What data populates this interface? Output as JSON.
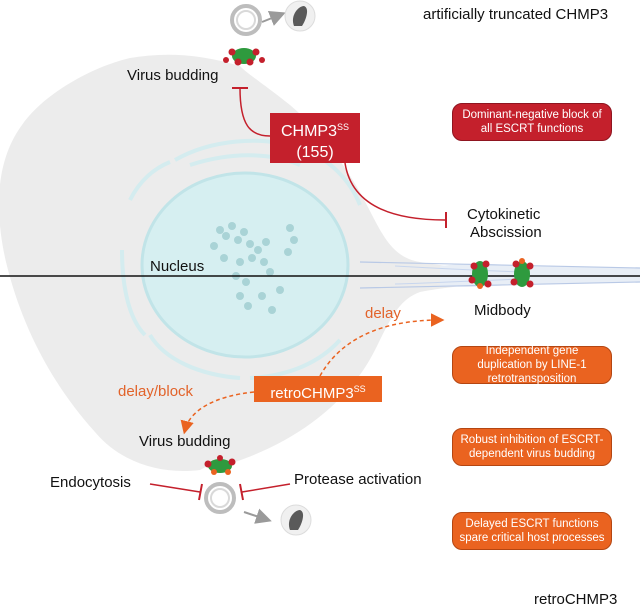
{
  "title_top": "artificially truncated CHMP3",
  "title_bottom": "retroCHMP3",
  "labels": {
    "virus_budding_top": "Virus budding",
    "nucleus": "Nucleus",
    "cytokinetic": "Cytokinetic",
    "abscission": "Abscission",
    "midbody": "Midbody",
    "delay": "delay",
    "delay_block": "delay/block",
    "virus_budding_bottom": "Virus budding",
    "endocytosis": "Endocytosis",
    "protease_activation": "Protease activation"
  },
  "chmp3_box": {
    "name": "CHMP3",
    "superscript": "SS",
    "number": "(155)"
  },
  "retro_box": {
    "name": "retroCHMP3",
    "superscript": "SS"
  },
  "callouts": {
    "red": "Dominant-negative block of all ESCRT functions",
    "orange_1": "Independent gene duplication by LINE-1 retrotransposition",
    "orange_2": "Robust inhibition of ESCRT-dependent virus budding",
    "orange_3": "Delayed ESCRT functions spare critical host processes"
  },
  "colors": {
    "red": "#c4202c",
    "orange": "#ea6320",
    "cell": "#ececec",
    "nucleus": "#d6eff1",
    "escrt_green": "#2e9a3e"
  }
}
